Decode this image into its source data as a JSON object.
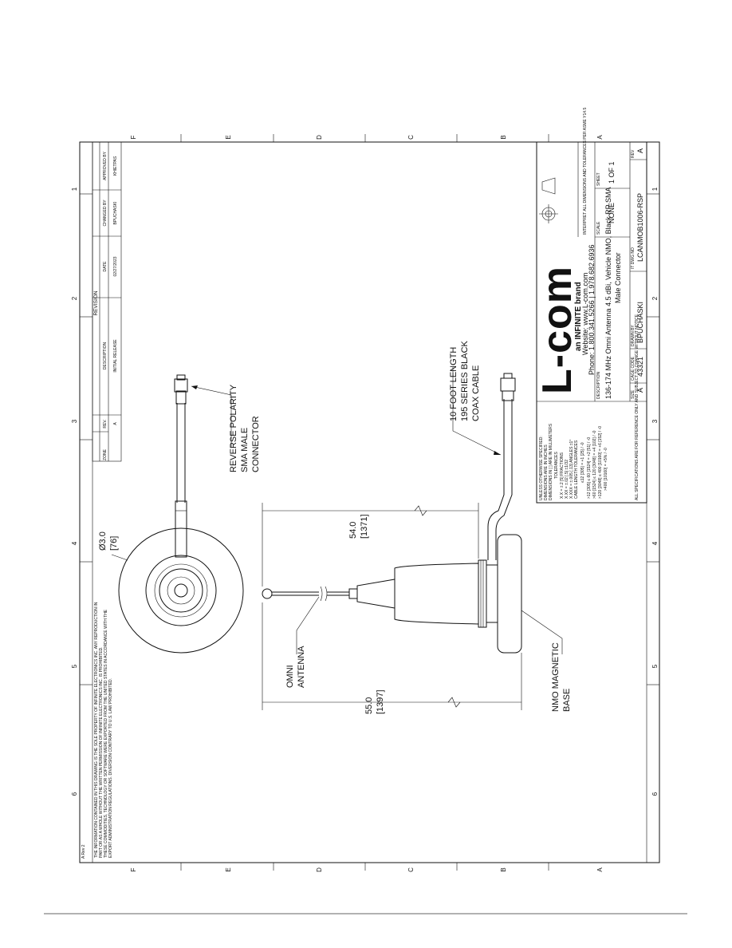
{
  "zones": {
    "numbers": [
      "1",
      "2",
      "3",
      "4",
      "5",
      "6"
    ],
    "letters": [
      "F",
      "E",
      "D",
      "C",
      "B",
      "A"
    ]
  },
  "revision_table": {
    "header": "REVISION",
    "columns": [
      "ZONE",
      "REV.",
      "DESCRIPTION",
      "DATE",
      "CHANGED BY",
      "APPROVED BY"
    ],
    "row": {
      "zone": "",
      "rev": "A",
      "description": "INITIAL RELEASE",
      "date": "02/27/2023",
      "changed_by": "BPUCHASKI",
      "approved_by": "KHIETPAS"
    }
  },
  "callouts": {
    "sma": [
      "REVERSE POLARITY",
      "SMA MALE",
      "CONNECTOR"
    ],
    "cable": [
      "10 FOOT LENGTH",
      "195 SERIES BLACK",
      "COAX CABLE"
    ],
    "antenna": [
      "OMNI",
      "ANTENNA"
    ],
    "base": [
      "NMO MAGNETIC",
      "BASE"
    ],
    "dia": [
      "Ø3.0",
      "[76]"
    ],
    "dim_cable": [
      "54.0",
      "[1371]"
    ],
    "dim_total": [
      "55.0",
      "[1397]"
    ]
  },
  "title_block": {
    "logo": "L-com",
    "brand_prefix": "an ",
    "brand_mid": "INFINITE",
    "brand_suffix": " brand",
    "website": "Website: www.L-com.com",
    "phone": "Phone: 1.800.341.5266 | 1.978.682.6936",
    "description_label": "DESCRIPTION",
    "description_1": "136-174 MHz Omni Antenna 4.5 dBi, Vehicle NMO, Black RP SMA",
    "description_2": "Male Connector",
    "size_label": "SIZE",
    "size": "A",
    "cage_label": "CAGE CODE",
    "cage": "43321",
    "drawn_label": "DRAWN BY",
    "drawn": "BPUCHASKI",
    "part_label": "IT DWG NO",
    "part": "LCANMOB1006-RSP",
    "rev_label": "REV",
    "rev": "A",
    "scale_label": "SCALE",
    "scale": "NONE",
    "sheet_label": "SHEET",
    "sheet": "1 OF 1",
    "projection_note": "INTERPRET ALL DIMENSIONS AND TOLERANCES PER ASME Y14.5"
  },
  "tolerances": {
    "lines": [
      "UNLESS OTHERWISE SPECIFIED:",
      "DIMENSIONS ARE IN INCHES",
      "DIMENSIONS IN [ ] ARE IN MILLIMETERS",
      "TOLERANCES",
      "X.X = ±.2  [5]      FRACTIONS",
      "X.XX = ±.02  [.5]      ±1/32",
      "X.XXX = ±.005  [.13]    ANGLES ±1°",
      "CABLE LENGTH TOLERANCES",
      "≤12 [305] = +1 [25] / -0",
      ">12 [305] ≤ 60 [1524] = +2 [51] / -0",
      ">60 [1524] ≤ 120 [3048] = +4 [102] / -0",
      ">120 [3048] ≤ 400 [10160] = +6 [152] / -0",
      ">400 [10160] = +5% / -0"
    ],
    "note": "ALL SPECIFICATIONS ARE FOR REFERENCE ONLY AND SUBJECT TO CHANGE WITHOUT NOTICE."
  },
  "proprietary_note": [
    "THE INFORMATION CONTAINED IN THIS DRAWING IS THE SOLE PROPERTY OF INFINITE ELECTRONICS INC. ANY REPRODUCTION IN",
    "PART OR AS A WHOLE WITHOUT THE WRITTEN PERMISSION OF INFINITE ELECTRONICS INC. IS PROHIBITED.",
    "THESE COMMODITIES, TECHNOLOGY OR SOFTWARE WERE EXPORTED FROM THE UNITED STATES IN ACCORDANCE WITH THE",
    "EXPORT ADMINISTRATION REGULATIONS. DIVERSION CONTRARY TO U.S. LAW PROHIBITED."
  ],
  "corner_note": "A Rev 2"
}
